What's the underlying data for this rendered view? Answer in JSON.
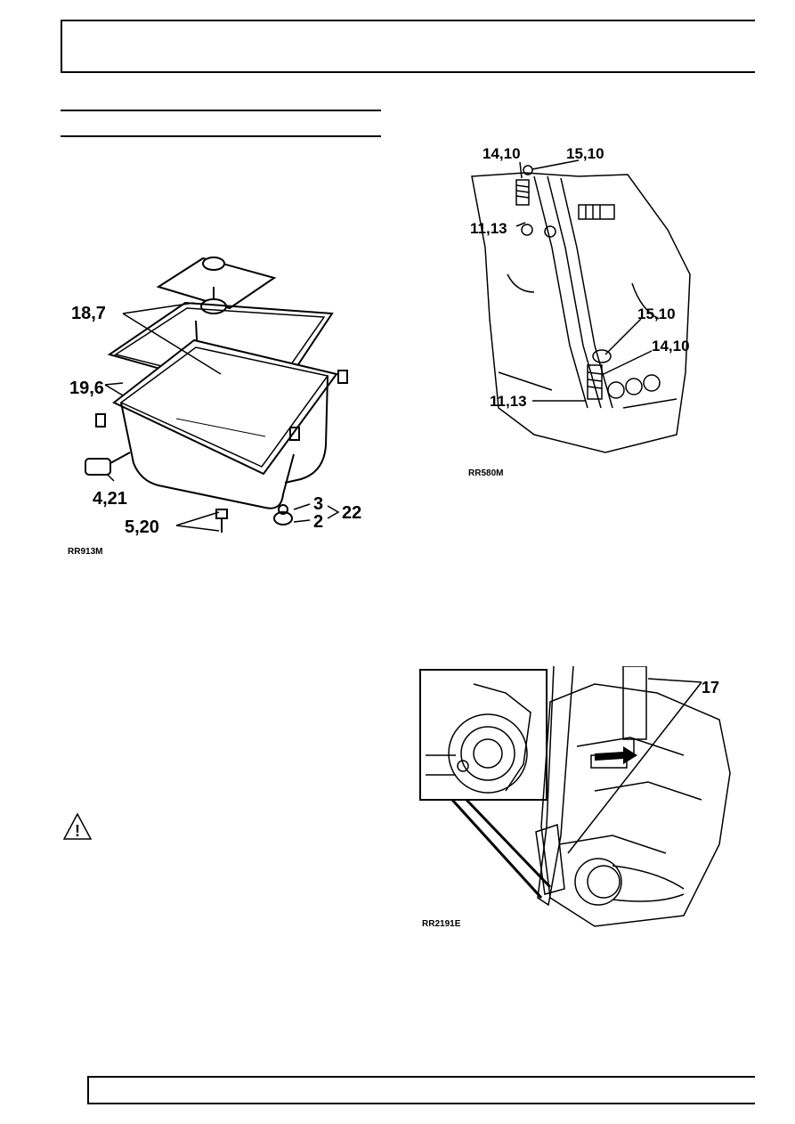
{
  "figures": {
    "oil_pan": {
      "ref": "RR913M",
      "callouts": [
        "18,7",
        "19,6",
        "4,21",
        "5,20",
        "3",
        "2",
        "22"
      ]
    },
    "valve_block": {
      "ref": "RR580M",
      "callouts": [
        "14,10",
        "15,10",
        "11,13",
        "15,10",
        "14,10",
        "11,13"
      ]
    },
    "tool_fitting": {
      "ref": "RR2191E",
      "callouts": [
        "17"
      ]
    }
  },
  "warning": {
    "icon": "warning-triangle-icon",
    "symbol": "!"
  }
}
